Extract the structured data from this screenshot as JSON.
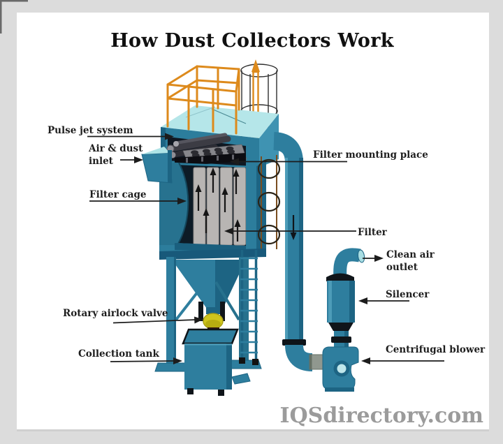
{
  "title": "How Dust Collectors Work",
  "watermark": "IQSdirectory.com",
  "labels": {
    "pulse_jet_system": "Pulse jet system",
    "air_dust_inlet_line1": "Air & dust",
    "air_dust_inlet_line2": "inlet",
    "filter_cage": "Filter cage",
    "filter_mounting_place": "Filter mounting place",
    "filter": "Filter",
    "clean_air_outlet_line1": "Clean air",
    "clean_air_outlet_line2": "outlet",
    "silencer": "Silencer",
    "centrifugal_blower": "Centrifugal blower",
    "rotary_airlock_valve": "Rotary airlock valve",
    "collection_tank": "Collection tank"
  },
  "colors": {
    "page_background": "#dcdcdc",
    "canvas": "#ffffff",
    "teal_mid": "#2e7e9e",
    "teal_dark": "#1d6483",
    "teal_light_top": "#b5e6e9",
    "railing_orange": "#dd8a1c",
    "valve_yellow": "#cfc51d",
    "filter_gray": "#b8b5b3",
    "label_text": "#1d1d1d",
    "watermark_gray": "#9b9b9b"
  }
}
